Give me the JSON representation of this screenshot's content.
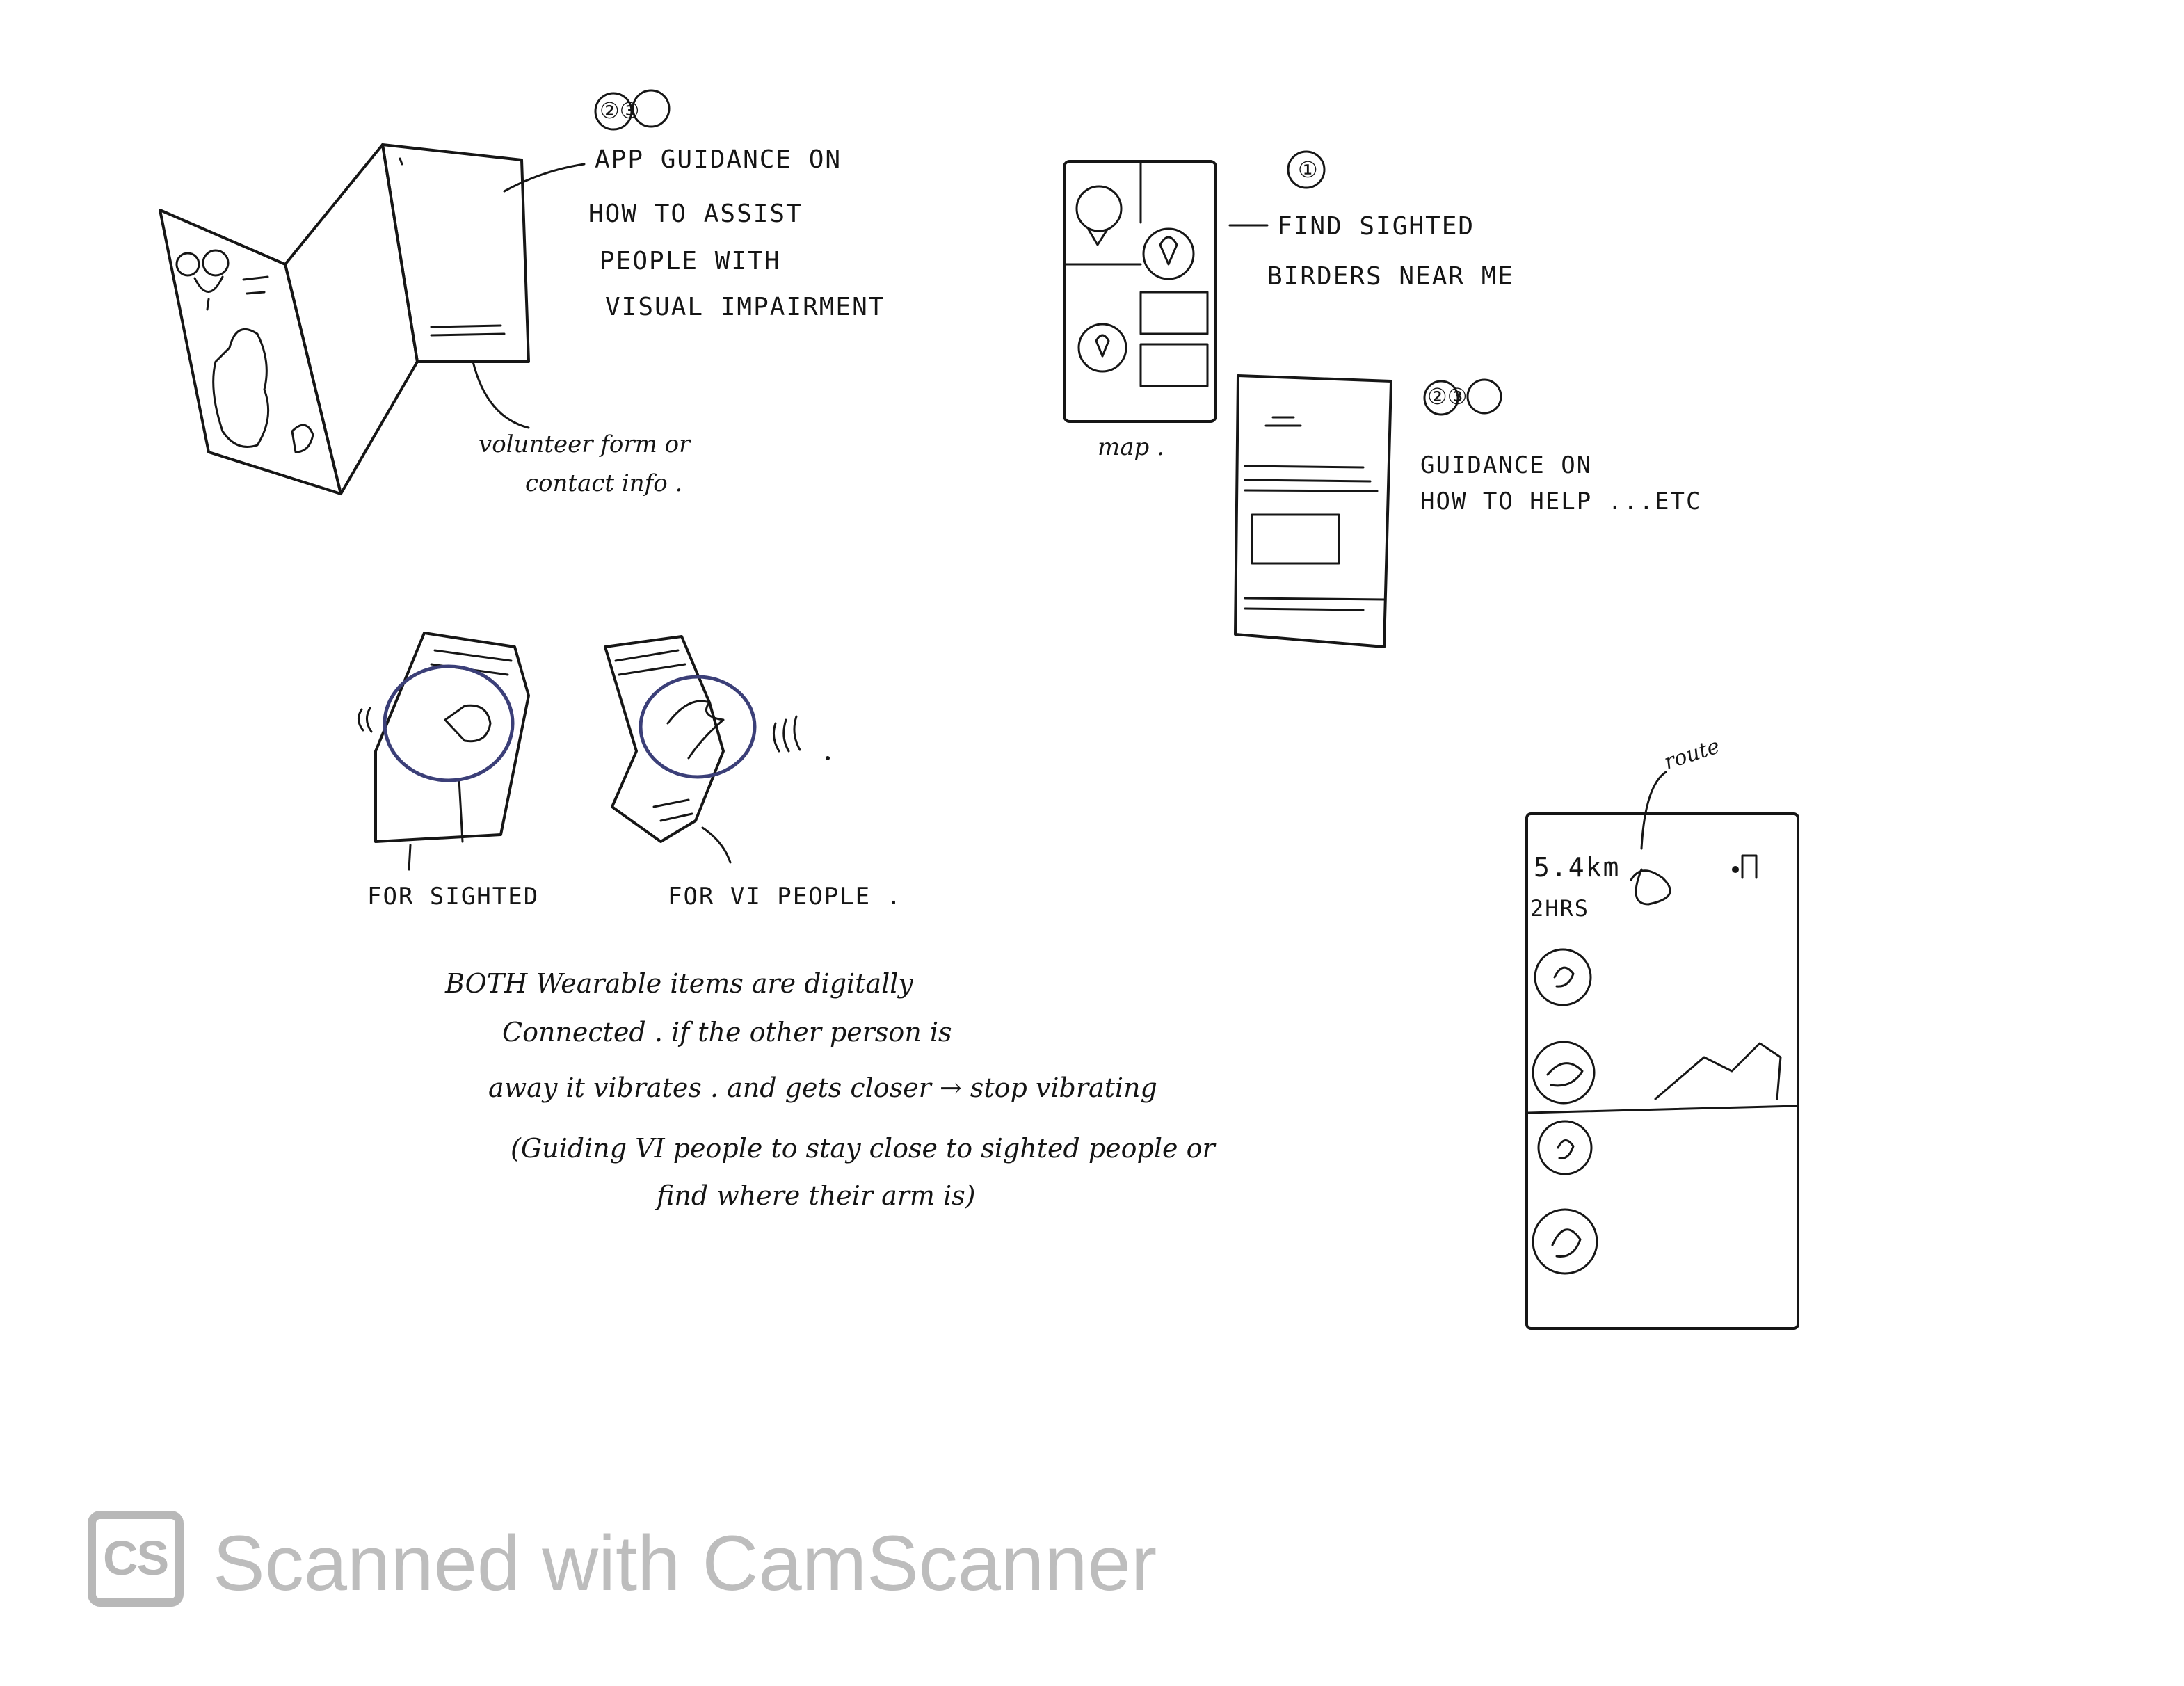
{
  "leaflet": {
    "badges": "②③",
    "guidance_lines": [
      "APP GUIDANCE ON",
      "HOW TO ASSIST",
      "PEOPLE WITH",
      "VISUAL IMPAIRMENT"
    ],
    "volunteer_lines": [
      "volunteer form or",
      "contact info ."
    ]
  },
  "map_sketch": {
    "badge": "①",
    "find_lines": [
      "FIND SIGHTED",
      "BIRDERS NEAR ME"
    ],
    "map_label": "map ."
  },
  "guidance_sketch": {
    "badges": "②③",
    "lines": [
      "GUIDANCE ON",
      "HOW TO HELP ...ETC"
    ]
  },
  "wearables": {
    "sighted_label": "FOR SIGHTED",
    "vi_label": "FOR VI PEOPLE .",
    "description_lines": [
      "BOTH Wearable items are digitally",
      "Connected . if the other person is",
      "away it vibrates . and gets closer → stop vibrating",
      "(Guiding VI people to stay close to sighted people or",
      "find where their arm is)"
    ]
  },
  "route_phone": {
    "route_label": "route",
    "distance": "5.4km",
    "duration": "2HRS"
  },
  "watermark": {
    "logo": "CS",
    "text": "Scanned with CamScanner"
  }
}
